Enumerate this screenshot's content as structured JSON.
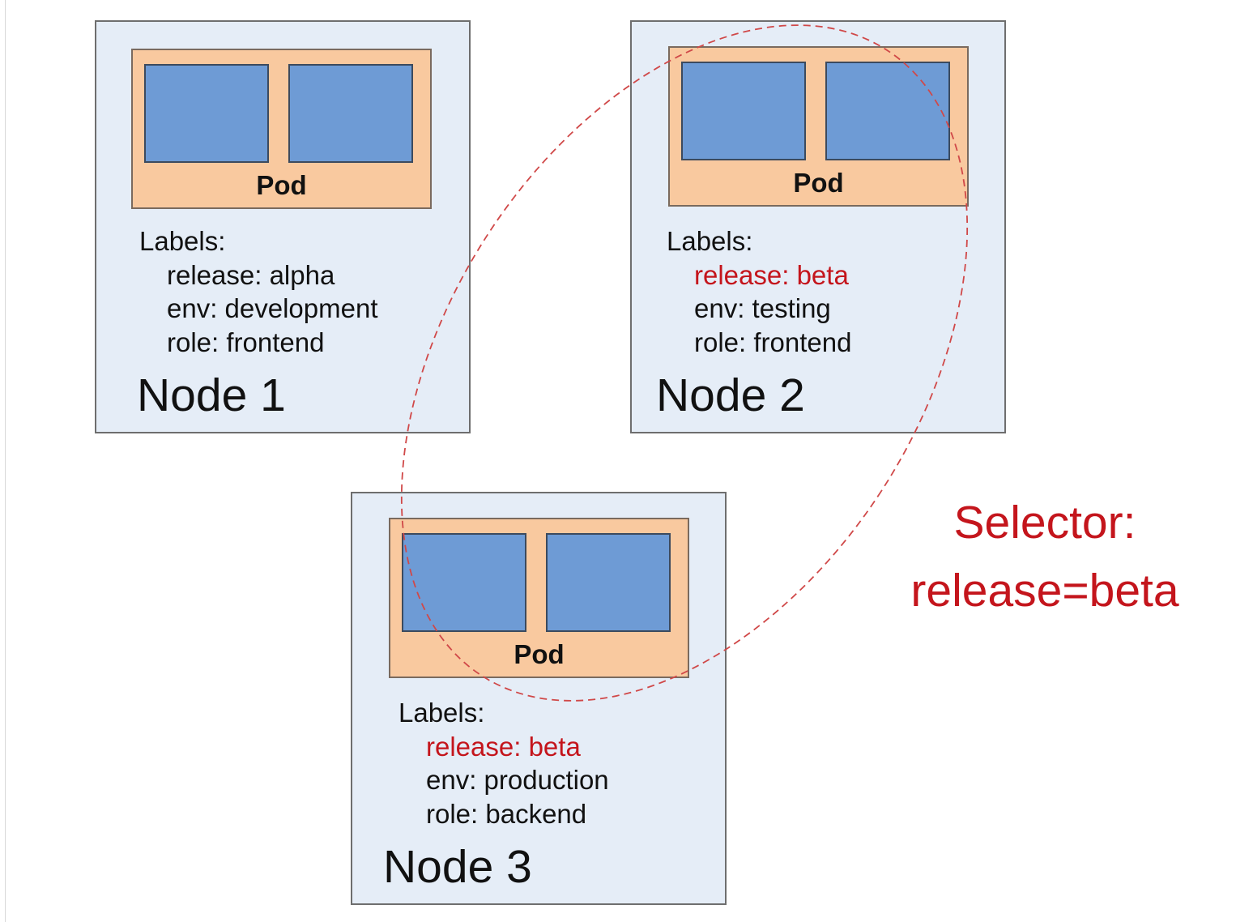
{
  "nodes": [
    {
      "title": "Node 1",
      "pod_label": "Pod",
      "labels_heading": "Labels:",
      "labels": [
        {
          "text": "release: alpha",
          "highlight": false
        },
        {
          "text": "env: development",
          "highlight": false
        },
        {
          "text": "role: frontend",
          "highlight": false
        }
      ]
    },
    {
      "title": "Node 2",
      "pod_label": "Pod",
      "labels_heading": "Labels:",
      "labels": [
        {
          "text": "release: beta",
          "highlight": true
        },
        {
          "text": "env: testing",
          "highlight": false
        },
        {
          "text": "role: frontend",
          "highlight": false
        }
      ]
    },
    {
      "title": "Node 3",
      "pod_label": "Pod",
      "labels_heading": "Labels:",
      "labels": [
        {
          "text": "release: beta",
          "highlight": true
        },
        {
          "text": "env: production",
          "highlight": false
        },
        {
          "text": "role: backend",
          "highlight": false
        }
      ]
    }
  ],
  "selector": {
    "title": "Selector:",
    "expression": "release=beta"
  },
  "colors": {
    "node_fill": "#e5edf7",
    "pod_fill": "#f9c99f",
    "container_fill": "#6e9bd5",
    "highlight": "#c4151c"
  }
}
